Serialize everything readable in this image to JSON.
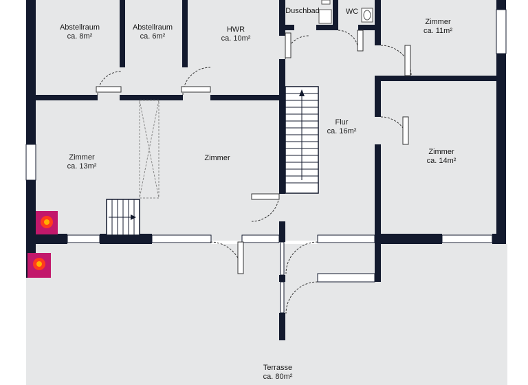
{
  "rooms": [
    {
      "key": "abstellraum1",
      "name": "Abstellraum",
      "area": "ca. 8m²"
    },
    {
      "key": "abstellraum2",
      "name": "Abstellraum",
      "area": "ca. 6m²"
    },
    {
      "key": "hwr",
      "name": "HWR",
      "area": "ca. 10m²"
    },
    {
      "key": "duschbad",
      "name": "Duschbad",
      "area": ""
    },
    {
      "key": "wc",
      "name": "WC",
      "area": ""
    },
    {
      "key": "zimmer11",
      "name": "Zimmer",
      "area": "ca. 11m²"
    },
    {
      "key": "flur",
      "name": "Flur",
      "area": "ca. 16m²"
    },
    {
      "key": "zimmer13",
      "name": "Zimmer",
      "area": "ca. 13m²"
    },
    {
      "key": "zimmer",
      "name": "Zimmer",
      "area": ""
    },
    {
      "key": "zimmer14",
      "name": "Zimmer",
      "area": "ca. 14m²"
    },
    {
      "key": "terrasse",
      "name": "Terrasse",
      "area": "ca. 80m²"
    }
  ],
  "colors": {
    "wall": "#131a2e",
    "floor": "#e6e7e8",
    "window": "#ffffff",
    "stove": "#c2186b",
    "stove_glow": "#ff3b1e"
  }
}
